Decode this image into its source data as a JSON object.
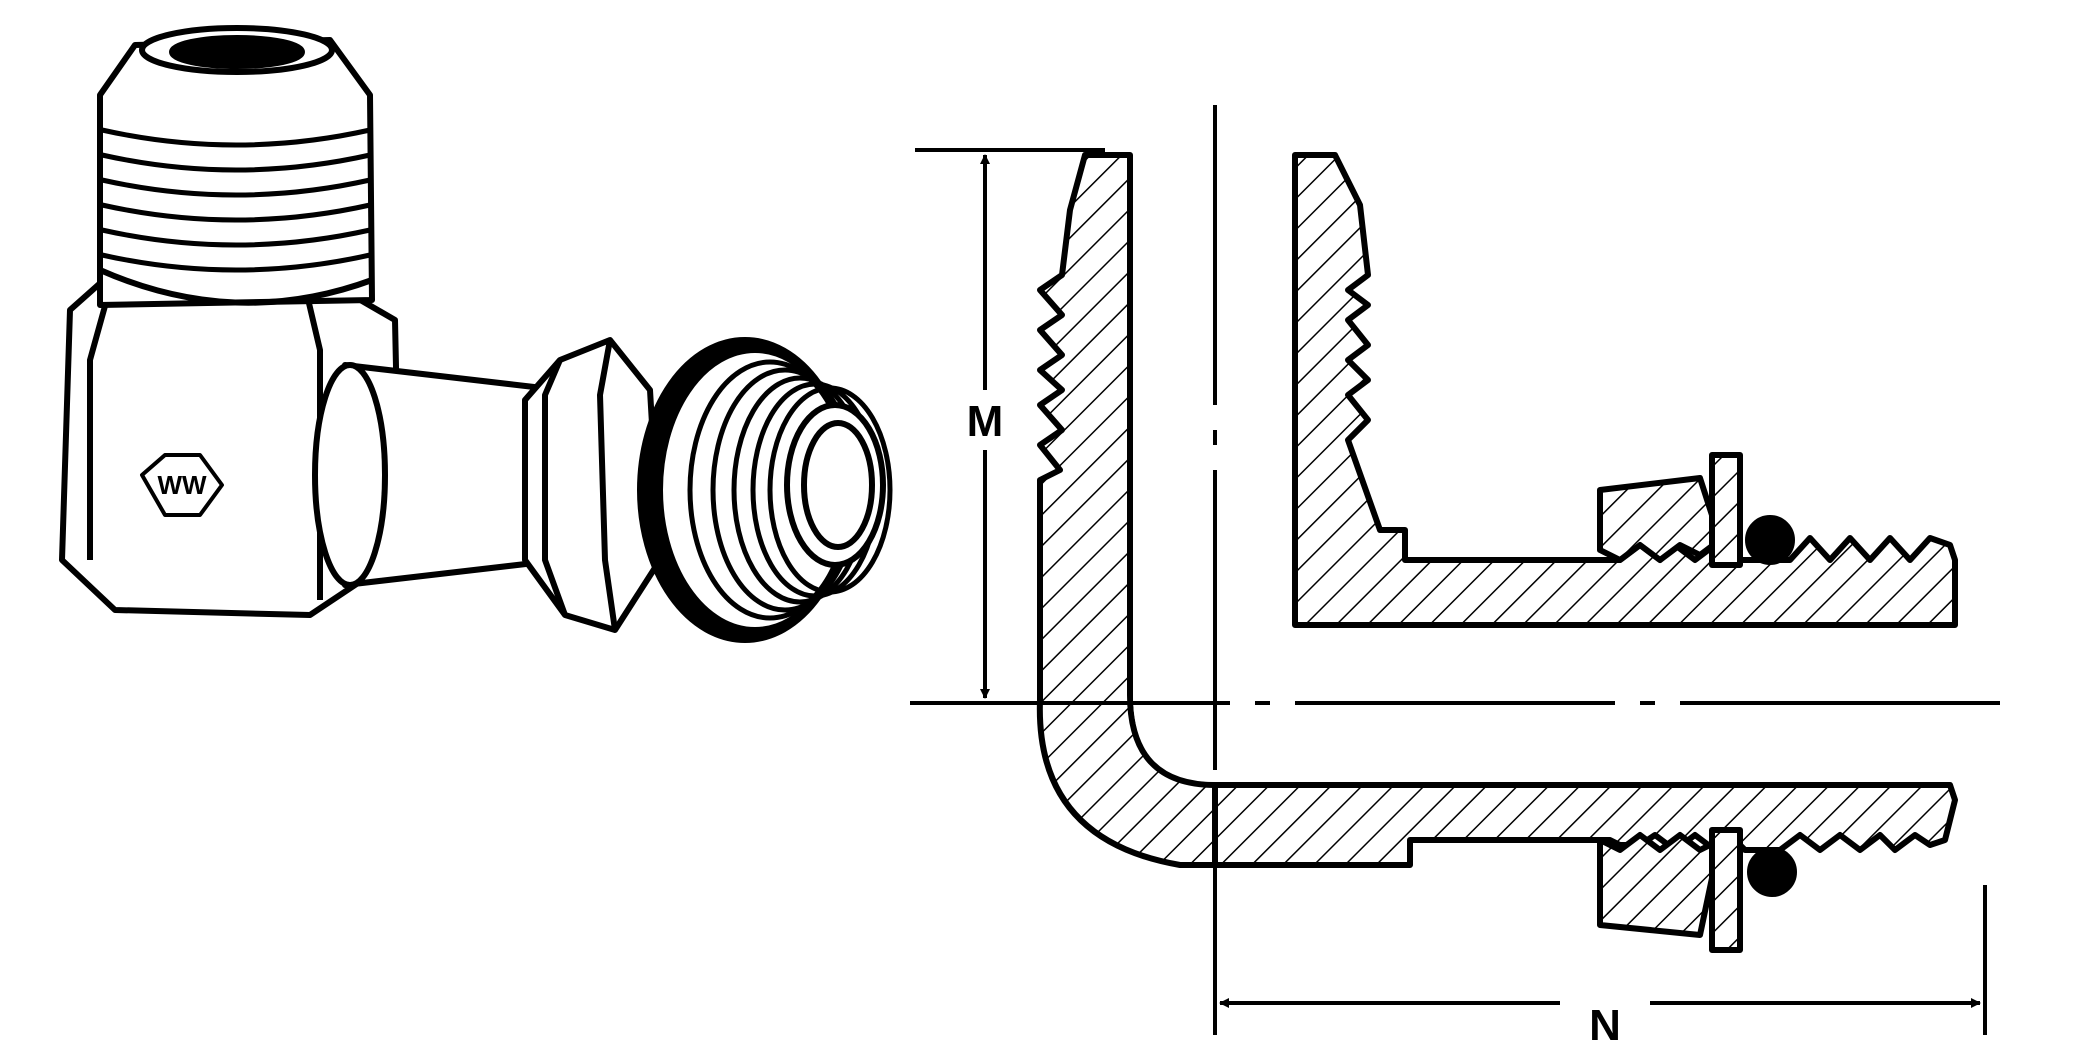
{
  "dimensions": {
    "m_label": "M",
    "n_label": "N"
  },
  "logo": {
    "text": "WW"
  },
  "colors": {
    "ink": "#000000",
    "paper": "#ffffff"
  }
}
